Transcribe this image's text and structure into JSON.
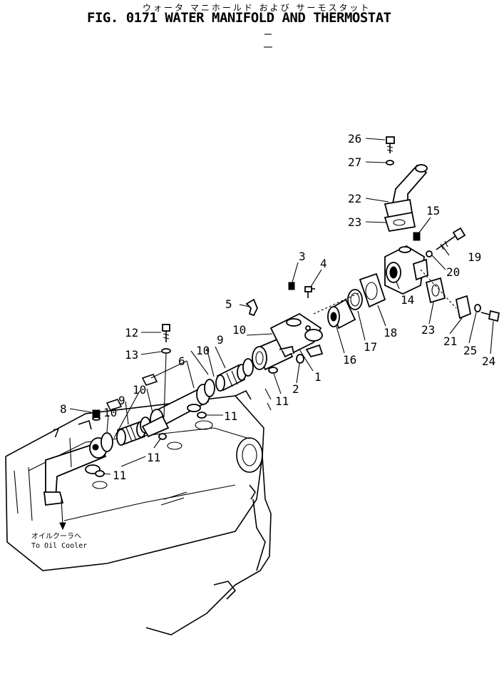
{
  "header": {
    "title_jp": "ウォータ マニホールド および サーモスタット",
    "title": "FIG. 0171 WATER MANIFOLD AND THERMOSTAT"
  },
  "callouts": [
    {
      "label": "26"
    },
    {
      "label": "27"
    },
    {
      "label": "22"
    },
    {
      "label": "23"
    },
    {
      "label": "15"
    },
    {
      "label": "19"
    },
    {
      "label": "20"
    },
    {
      "label": "3"
    },
    {
      "label": "4"
    },
    {
      "label": "5"
    },
    {
      "label": "10"
    },
    {
      "label": "14"
    },
    {
      "label": "18"
    },
    {
      "label": "17"
    },
    {
      "label": "16"
    },
    {
      "label": "23"
    },
    {
      "label": "21"
    },
    {
      "label": "25"
    },
    {
      "label": "24"
    },
    {
      "label": "12"
    },
    {
      "label": "13"
    },
    {
      "label": "10"
    },
    {
      "label": "9"
    },
    {
      "label": "6"
    },
    {
      "label": "1"
    },
    {
      "label": "2"
    },
    {
      "label": "11"
    },
    {
      "label": "10"
    },
    {
      "label": "9"
    },
    {
      "label": "8"
    },
    {
      "label": "10"
    },
    {
      "label": "11"
    },
    {
      "label": "7"
    },
    {
      "label": "11"
    },
    {
      "label": "11"
    }
  ],
  "note": {
    "jp": "オイルクーラヘ",
    "en": "To Oil Cooler"
  }
}
